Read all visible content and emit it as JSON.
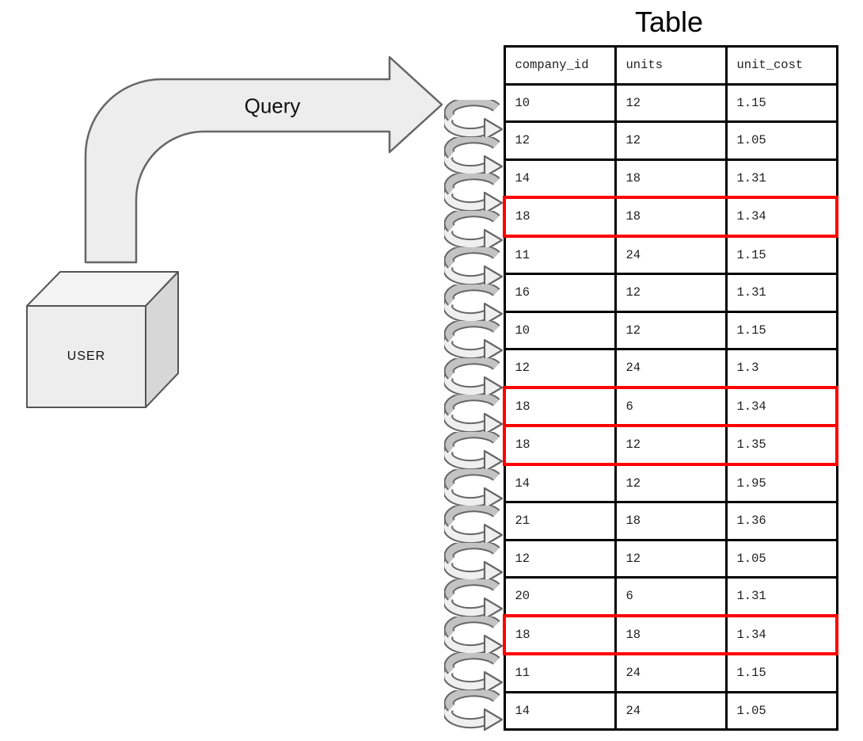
{
  "title": "Table",
  "query_label": "Query",
  "user_label": "USER",
  "table": {
    "columns": [
      "company_id",
      "units",
      "unit_cost"
    ],
    "rows": [
      [
        "10",
        "12",
        "1.15"
      ],
      [
        "12",
        "12",
        "1.05"
      ],
      [
        "14",
        "18",
        "1.31"
      ],
      [
        "18",
        "18",
        "1.34"
      ],
      [
        "11",
        "24",
        "1.15"
      ],
      [
        "16",
        "12",
        "1.31"
      ],
      [
        "10",
        "12",
        "1.15"
      ],
      [
        "12",
        "24",
        "1.3"
      ],
      [
        "18",
        "6",
        "1.34"
      ],
      [
        "18",
        "12",
        "1.35"
      ],
      [
        "14",
        "12",
        "1.95"
      ],
      [
        "21",
        "18",
        "1.36"
      ],
      [
        "12",
        "12",
        "1.05"
      ],
      [
        "20",
        "6",
        "1.31"
      ],
      [
        "18",
        "18",
        "1.34"
      ],
      [
        "11",
        "24",
        "1.15"
      ],
      [
        "14",
        "24",
        "1.05"
      ]
    ],
    "highlighted_rows": [
      3,
      8,
      9,
      14
    ]
  },
  "colors": {
    "table_border": "#000000",
    "highlight": "#ff0000",
    "ink": "#1f1f1f",
    "shape_fill": "#ededed",
    "shape_stroke": "#666666",
    "band_dark": "#c3c3c3",
    "band_light": "#efefef",
    "cube_top": "#f3f3f3",
    "cube_side": "#d7d7d7",
    "cube_stroke": "#555555"
  }
}
